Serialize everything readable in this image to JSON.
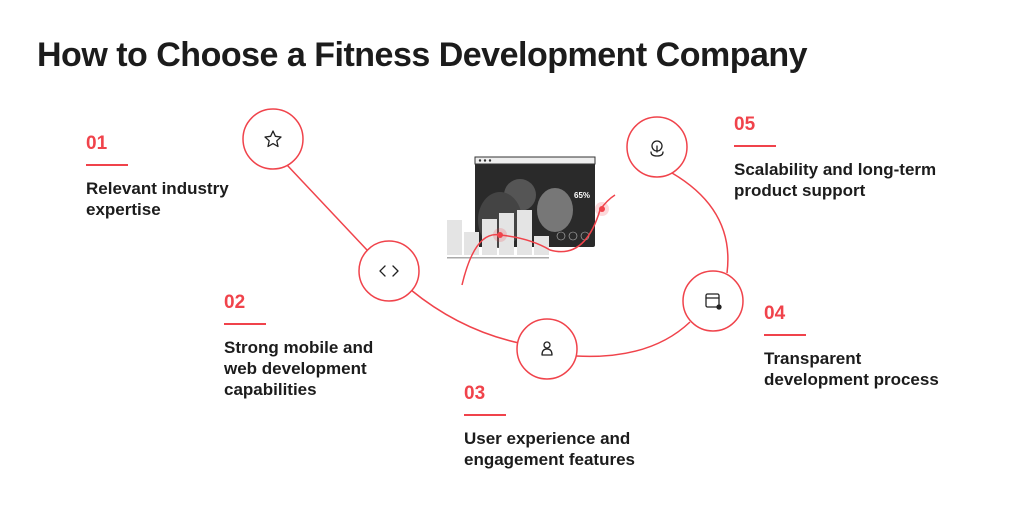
{
  "title": "How to Choose a Fitness Development Company",
  "steps": [
    {
      "number": "01",
      "label": "Relevant industry expertise",
      "icon": "star-icon"
    },
    {
      "number": "02",
      "label": "Strong mobile and web development capabilities",
      "icon": "code-icon"
    },
    {
      "number": "03",
      "label": "User experience and engagement features",
      "icon": "user-icon"
    },
    {
      "number": "04",
      "label": "Transparent development process",
      "icon": "window-settings-icon"
    },
    {
      "number": "05",
      "label": "Scalability and long-term product support",
      "icon": "touch-icon"
    }
  ],
  "illustration": {
    "stat": "65%"
  },
  "colors": {
    "accent": "#f0434b",
    "text": "#1c1c1c"
  }
}
